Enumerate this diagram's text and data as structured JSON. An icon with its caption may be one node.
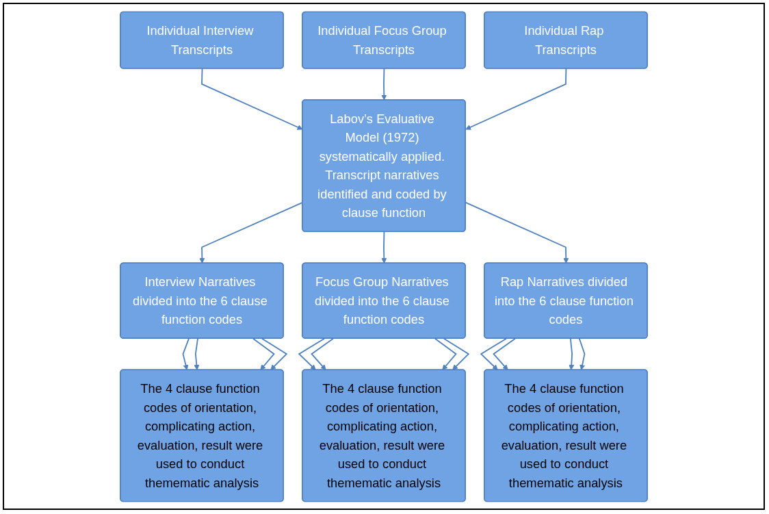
{
  "diagram": {
    "nodes": [
      {
        "text": [
          "Individual Interview Transcripts"
        ]
      },
      {
        "text": [
          "Individual Focus Group Transcripts"
        ]
      },
      {
        "text": [
          "Individual Rap Transcripts"
        ]
      },
      {
        "text": [
          "Labov’s Evaluative Model (1972) systematically applied. Transcript narratives identified and coded by clause function"
        ]
      },
      {
        "text": [
          "Interview Narratives divided into the 6 clause function codes"
        ]
      },
      {
        "text": [
          "Focus Group Narratives divided into the 6 clause function codes"
        ]
      },
      {
        "text": [
          "Rap Narratives divided into the 6 clause function codes"
        ]
      },
      {
        "text": [
          "The 4 clause function codes of orientation, complicating action, evaluation, result were used to conduct themematic analysis"
        ]
      },
      {
        "text": [
          "The 4 clause function codes of orientation, complicating action, evaluation, result were used to conduct themematic analysis"
        ]
      },
      {
        "text": [
          "The 4 clause function codes of orientation, complicating action, evaluation, result were used to conduct themematic analysis"
        ]
      }
    ],
    "edges": [
      {
        "from": 0,
        "to": 3,
        "arrow": "to"
      },
      {
        "from": 1,
        "to": 3,
        "arrow": "to"
      },
      {
        "from": 2,
        "to": 3,
        "arrow": "to"
      },
      {
        "from": 3,
        "to": 4,
        "arrow": "to"
      },
      {
        "from": 3,
        "to": 5,
        "arrow": "to"
      },
      {
        "from": 3,
        "to": 6,
        "arrow": "to"
      },
      {
        "from": 4,
        "to": 7,
        "arrow": "to"
      },
      {
        "from": 4,
        "to": 7,
        "arrow": "to"
      },
      {
        "from": 4,
        "to": 7,
        "arrow": "to"
      },
      {
        "from": 4,
        "to": 7,
        "arrow": "to"
      },
      {
        "from": 5,
        "to": 8,
        "arrow": "to"
      },
      {
        "from": 5,
        "to": 8,
        "arrow": "to"
      },
      {
        "from": 5,
        "to": 8,
        "arrow": "to"
      },
      {
        "from": 5,
        "to": 8,
        "arrow": "to"
      },
      {
        "from": 6,
        "to": 9,
        "arrow": "to"
      },
      {
        "from": 6,
        "to": 9,
        "arrow": "to"
      },
      {
        "from": 6,
        "to": 9,
        "arrow": "to"
      },
      {
        "from": 6,
        "to": 9,
        "arrow": "to"
      }
    ]
  }
}
